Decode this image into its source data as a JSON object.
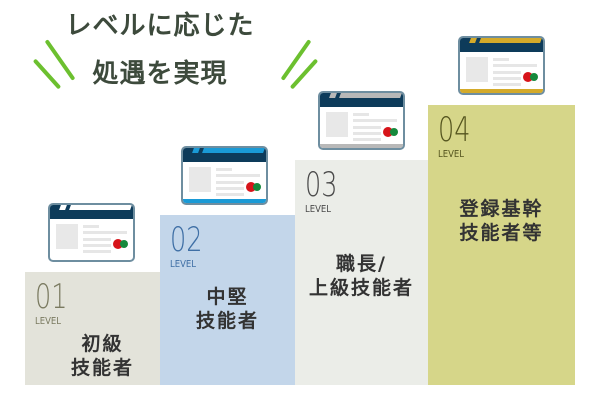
{
  "headline": {
    "line1": "レベルに応じた",
    "line2": "処遇を実現"
  },
  "levels": [
    {
      "number": "01",
      "level_label": "LEVEL",
      "name_line1": "初級",
      "name_line2": "技能者",
      "color": "#e3e3da",
      "number_color": "#7a7a60",
      "card_accent": "#ffffff"
    },
    {
      "number": "02",
      "level_label": "LEVEL",
      "name_line1": "中堅",
      "name_line2": "技能者",
      "color": "#c3d6ea",
      "number_color": "#3f6fa5",
      "card_accent": "#1a9ad6"
    },
    {
      "number": "03",
      "level_label": "LEVEL",
      "name_line1": "職長/",
      "name_line2": "上級技能者",
      "color": "#ebede8",
      "number_color": "#4a4a4a",
      "card_accent": "#b8b8b8"
    },
    {
      "number": "04",
      "level_label": "LEVEL",
      "name_line1": "登録基幹",
      "name_line2": "技能者等",
      "color": "#d6d689",
      "number_color": "#55551f",
      "card_accent": "#d4aa2a"
    }
  ]
}
